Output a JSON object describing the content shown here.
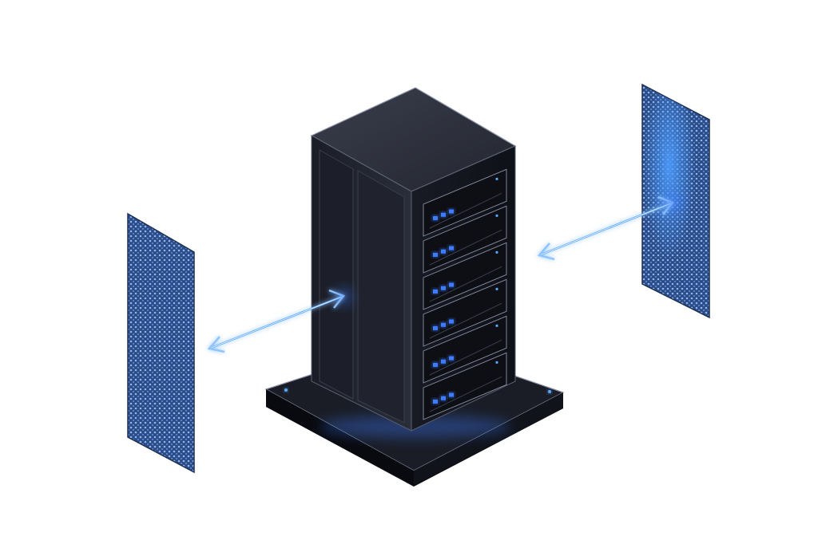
{
  "illustration": {
    "subject": "server-tower",
    "drive_bays": 6,
    "panels": 2,
    "colors": {
      "background": "#ffffff",
      "tower_dark": "#14171f",
      "tower_mid": "#262a36",
      "tower_top": "#2c303c",
      "base": "#0f1117",
      "edge_highlight": "#8a91a6",
      "led_blue": "#3d7bff",
      "glow_blue": "#5aa8ff",
      "panel_blue": "#2a4f8f",
      "panel_dot": "#6fa0e6"
    }
  }
}
